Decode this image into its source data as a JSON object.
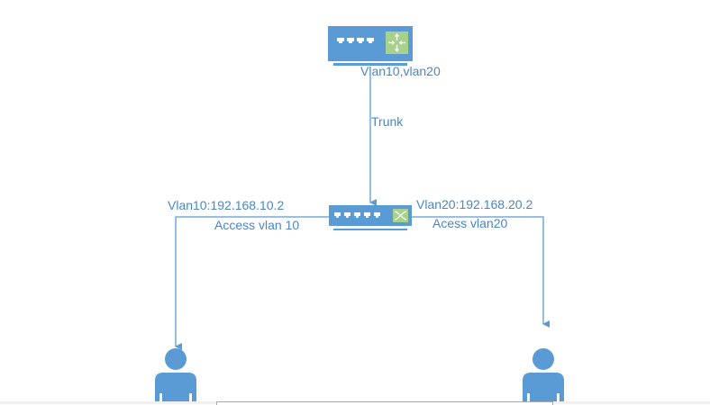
{
  "diagram": {
    "type": "network-topology",
    "colors": {
      "device": "#5b9bd5",
      "link": "#5b9bd5",
      "label": "#4a86c5",
      "router_accent": "#a9d18e",
      "switch_accent": "#a9d18e"
    },
    "nodes": [
      {
        "id": "router",
        "kind": "router",
        "icon": "router-icon",
        "label": "Vlan10,vlan20"
      },
      {
        "id": "switch",
        "kind": "switch",
        "icon": "switch-icon",
        "label": ""
      },
      {
        "id": "pc1",
        "kind": "user",
        "icon": "user-icon",
        "label": ""
      },
      {
        "id": "pc2",
        "kind": "user",
        "icon": "user-icon",
        "label": ""
      }
    ],
    "links": [
      {
        "from": "router",
        "to": "switch",
        "label": "Trunk"
      },
      {
        "from": "switch",
        "to": "pc1",
        "label": "Access vlan 10"
      },
      {
        "from": "switch",
        "to": "pc2",
        "label": "Acess vlan20"
      }
    ],
    "annotations": {
      "left_ip": "Vlan10:192.168.10.2",
      "right_ip": "Vlan20:192.168.20.2"
    }
  }
}
